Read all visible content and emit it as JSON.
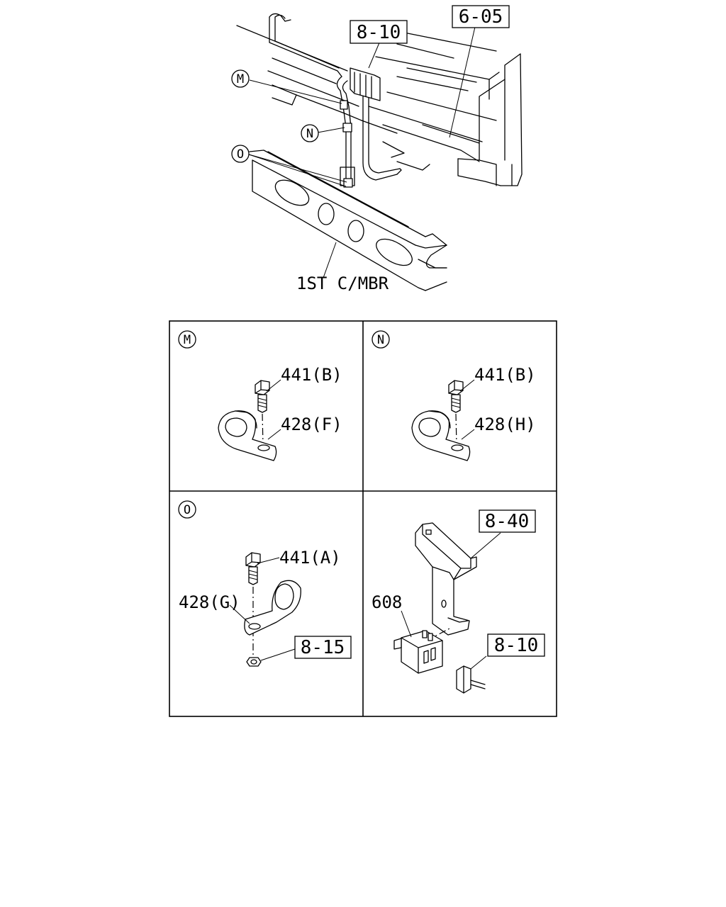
{
  "overview": {
    "ref_8_10_top": "8-10",
    "ref_6_05": "6-05",
    "callout_m": "M",
    "callout_n": "N",
    "callout_o": "O",
    "crossmember_label": "1ST C/MBR"
  },
  "panels": {
    "m": {
      "letter": "M",
      "bolt_label": "441(B)",
      "clip_label": "428(F)"
    },
    "n": {
      "letter": "N",
      "bolt_label": "441(B)",
      "clip_label": "428(H)"
    },
    "o": {
      "letter": "O",
      "bolt_label": "441(A)",
      "clip_label": "428(G)",
      "nut_ref": "8-15"
    },
    "sensor": {
      "bracket_ref": "8-40",
      "part_label": "608",
      "connector_ref": "8-10"
    }
  }
}
